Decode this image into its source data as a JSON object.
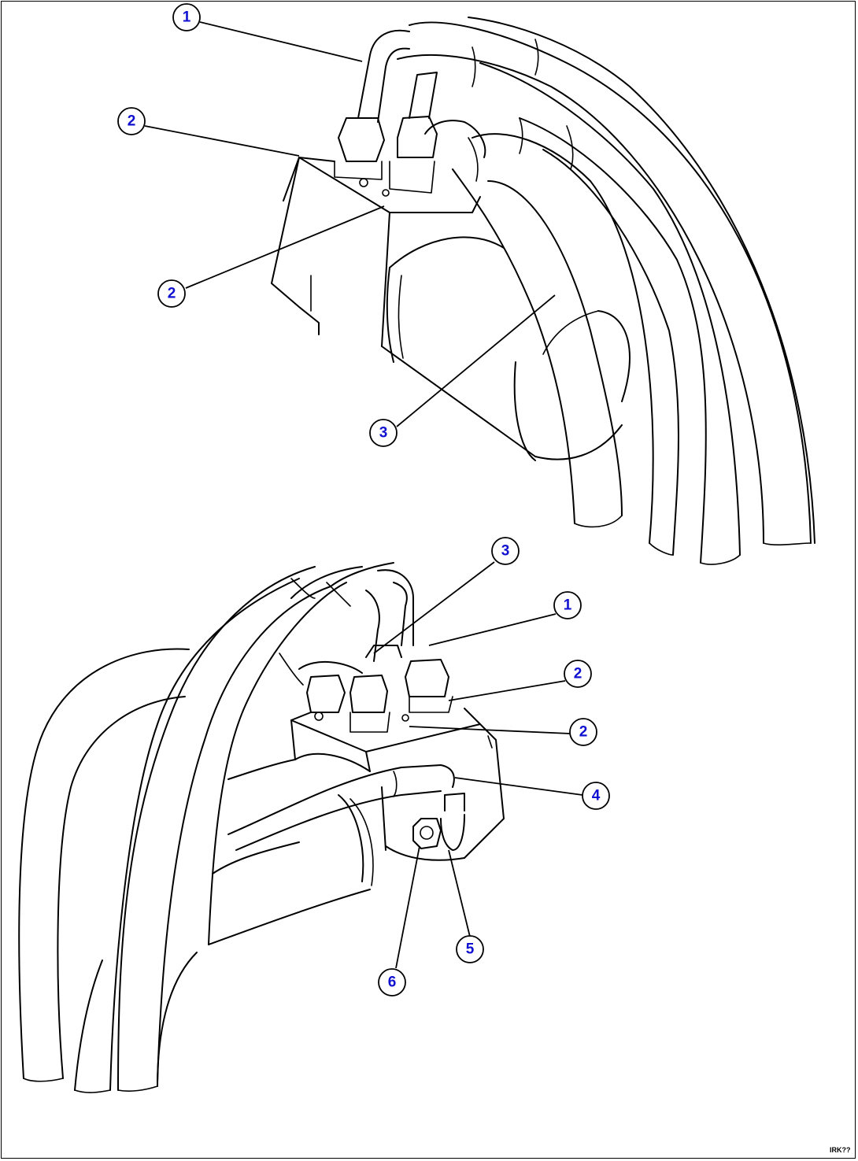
{
  "callouts": [
    {
      "id": "c1",
      "number": "1"
    },
    {
      "id": "c2",
      "number": "2"
    },
    {
      "id": "c3",
      "number": "2"
    },
    {
      "id": "c4",
      "number": "3"
    },
    {
      "id": "c5",
      "number": "3"
    },
    {
      "id": "c6",
      "number": "1"
    },
    {
      "id": "c7",
      "number": "2"
    },
    {
      "id": "c8",
      "number": "2"
    },
    {
      "id": "c9",
      "number": "4"
    },
    {
      "id": "c10",
      "number": "5"
    },
    {
      "id": "c11",
      "number": "6"
    }
  ],
  "reference_code": "IRK??",
  "colors": {
    "line": "#000000",
    "callout_text": "#1010d0",
    "background": "#ffffff"
  }
}
